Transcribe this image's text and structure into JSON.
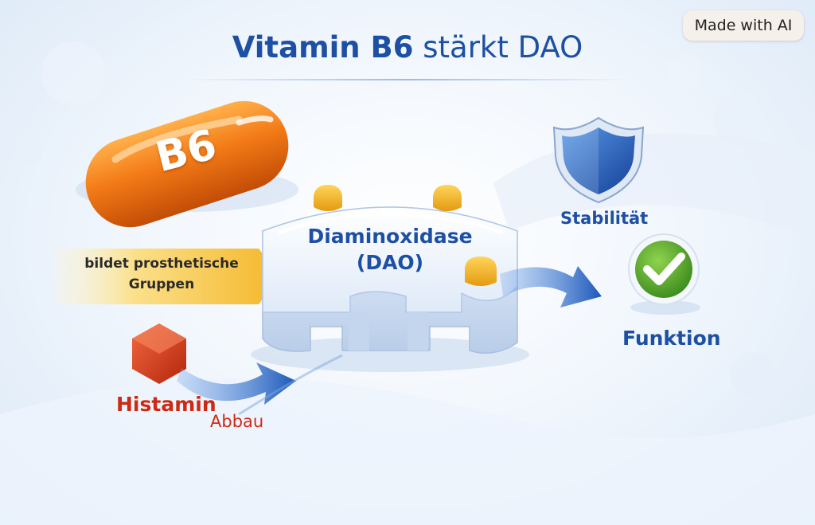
{
  "title": {
    "bold": "Vitamin B6",
    "rest": " stärkt DAO"
  },
  "badge": "Made with AI",
  "capsule": {
    "label": "B6"
  },
  "ribbon": {
    "line1": "bildet prosthetische",
    "line2": "Gruppen"
  },
  "enzyme": {
    "line1": "Diaminoxidase",
    "line2": "(DAO)"
  },
  "histamine": {
    "label": "Histamin",
    "sublabel": "Abbau"
  },
  "outcomes": {
    "stability": "Stabilität",
    "function": "Funktion"
  },
  "colors": {
    "title": "#1d4fa3",
    "capsule": "#f07a1c",
    "ribbon": "#f6c23e",
    "histamine_hex": "#d93a1a",
    "histamine_text": "#cc2a12",
    "arrows": "#1e5fbf",
    "shield": "#1e5fbf",
    "check": "#5aa82a",
    "cofactor": "#f3b120"
  },
  "icons": [
    "capsule-icon",
    "hexagon-molecule-icon",
    "enzyme-block-icon",
    "shield-icon",
    "checkmark-icon",
    "arrow-icon"
  ]
}
